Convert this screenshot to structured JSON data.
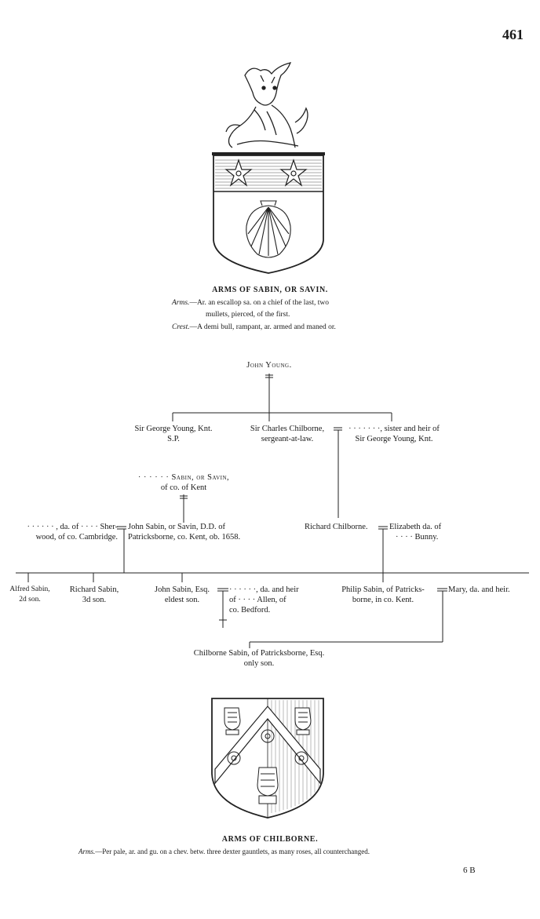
{
  "page_number": "461",
  "sig_mark": "6 B",
  "sabin_arms": {
    "title": "ARMS OF SABIN, OR SAVIN.",
    "arms_label": "Arms.",
    "arms_text_1": "—Ar. an escallop sa. on a chief of the last, two",
    "arms_text_2": "mullets, pierced, of the first.",
    "crest_label": "Crest.",
    "crest_text": "—A demi bull, rampant, ar. armed and maned or."
  },
  "pedigree": {
    "john_young": "John Young.",
    "george_young_1": "Sir George Young, Knt.",
    "george_young_2": "S.P.",
    "charles_chilborne_1": "Sir Charles Chilborne,",
    "charles_chilborne_2": "sergeant-at-law.",
    "sister_1": "· · · · · · ·, sister and heir of",
    "sister_2": "Sir George Young, Knt.",
    "sabin_savin_1": "· · · · · · Sabin, or Savin,",
    "sabin_savin_2": "of co. of Kent",
    "sherwood_1": "· · · · · · , da. of · · · · Sher-",
    "sherwood_2": "wood, of co. Cambridge.",
    "john_sabin_dd_1": "John Sabin, or Savin, D.D. of",
    "john_sabin_dd_2": "Patricksborne, co. Kent, ob. 1658.",
    "richard_chilborne": "Richard Chilborne.",
    "elizabeth_1": "Elizabeth da. of",
    "elizabeth_2": "· · · · Bunny.",
    "alfred_1": "Alfred Sabin,",
    "alfred_2": "2d son.",
    "richard_sabin_1": "Richard Sabin,",
    "richard_sabin_2": "3d son.",
    "john_sabin_esq_1": "John Sabin, Esq.",
    "john_sabin_esq_2": "eldest son.",
    "allen_1": "· · · · · ·, da. and heir",
    "allen_2": "of · · · · Allen, of",
    "allen_3": "co. Bedford.",
    "philip_1": "Philip Sabin, of Patricks-",
    "philip_2": "borne, in co. Kent.",
    "mary": "Mary, da. and heir.",
    "chilborne_sabin_1": "Chilborne Sabin, of Patricksborne, Esq.",
    "chilborne_sabin_2": "only son."
  },
  "chilborne_arms": {
    "title": "ARMS OF CHILBORNE.",
    "arms_label": "Arms.",
    "arms_text": "—Per pale, ar. and gu. on a chev. betw. three dexter gauntlets, as many roses, all counterchanged."
  }
}
